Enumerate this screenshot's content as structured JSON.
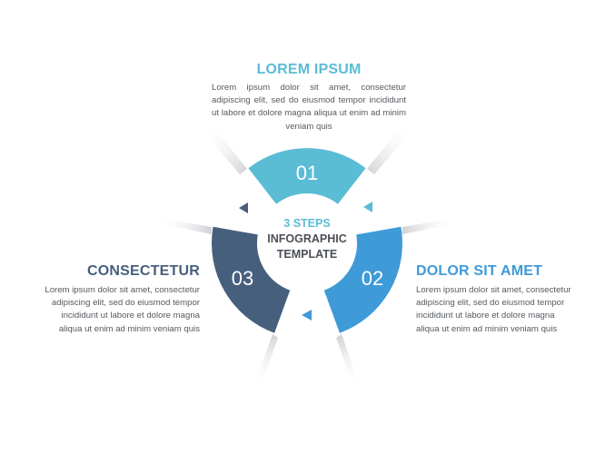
{
  "center": {
    "line1": "3 STEPS",
    "line2": "INFOGRAPHIC",
    "line3": "TEMPLATE"
  },
  "steps": [
    {
      "number": "01",
      "title": "LOREM IPSUM",
      "text": "Lorem ipsum dolor sit amet, consectetur adipiscing elit, sed do eiusmod tempor incididunt ut labore et dolore magna aliqua ut enim ad minim veniam quis",
      "color": "#5bbcd6"
    },
    {
      "number": "02",
      "title": "DOLOR SIT AMET",
      "text": "Lorem ipsum dolor sit amet, consectetur adipiscing elit, sed do eiusmod tempor incididunt ut labore et dolore magna aliqua ut enim ad minim veniam quis",
      "color": "#3f9ad8"
    },
    {
      "number": "03",
      "title": "CONSECTETUR",
      "text": "Lorem ipsum dolor sit amet, consectetur adipiscing elit, sed do eiusmod tempor incididunt ut labore et dolore magna aliqua ut enim ad minim veniam quis",
      "color": "#465f7c"
    }
  ],
  "icons": {
    "arrows": [
      "triangle-arrow-left-dark",
      "triangle-arrow-left-light",
      "triangle-arrow-left-blue"
    ]
  }
}
